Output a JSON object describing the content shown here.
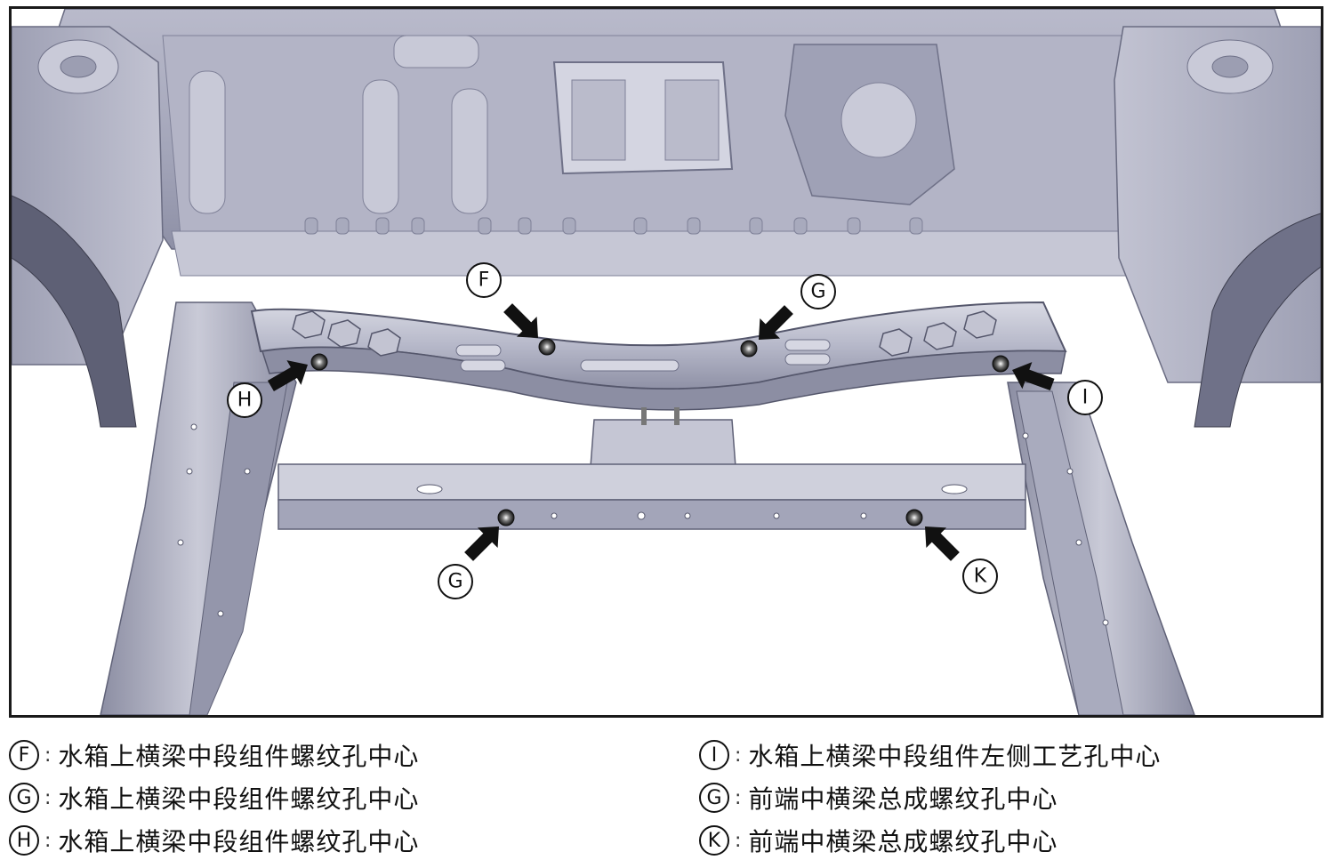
{
  "diagram": {
    "callouts": [
      {
        "id": "callout-f",
        "letter": "F"
      },
      {
        "id": "callout-g-upper",
        "letter": "G"
      },
      {
        "id": "callout-h",
        "letter": "H"
      },
      {
        "id": "callout-i",
        "letter": "I"
      },
      {
        "id": "callout-g-lower",
        "letter": "G"
      },
      {
        "id": "callout-k",
        "letter": "K"
      }
    ]
  },
  "legend": {
    "left": [
      {
        "letter": "F",
        "colon": ":",
        "text": "水箱上横梁中段组件螺纹孔中心"
      },
      {
        "letter": "G",
        "colon": ":",
        "text": "水箱上横梁中段组件螺纹孔中心"
      },
      {
        "letter": "H",
        "colon": ":",
        "text": "水箱上横梁中段组件螺纹孔中心"
      }
    ],
    "right": [
      {
        "letter": "I",
        "colon": ":",
        "text": "水箱上横梁中段组件左侧工艺孔中心"
      },
      {
        "letter": "G",
        "colon": ":",
        "text": "前端中横梁总成螺纹孔中心"
      },
      {
        "letter": "K",
        "colon": ":",
        "text": "前端中横梁总成螺纹孔中心"
      }
    ]
  },
  "colors": {
    "metal_dark": "#7d7f94",
    "metal_mid": "#a9abbe",
    "metal_light": "#cfd0dc",
    "metal_highlight": "#e4e5ee",
    "arrow": "#111111"
  }
}
